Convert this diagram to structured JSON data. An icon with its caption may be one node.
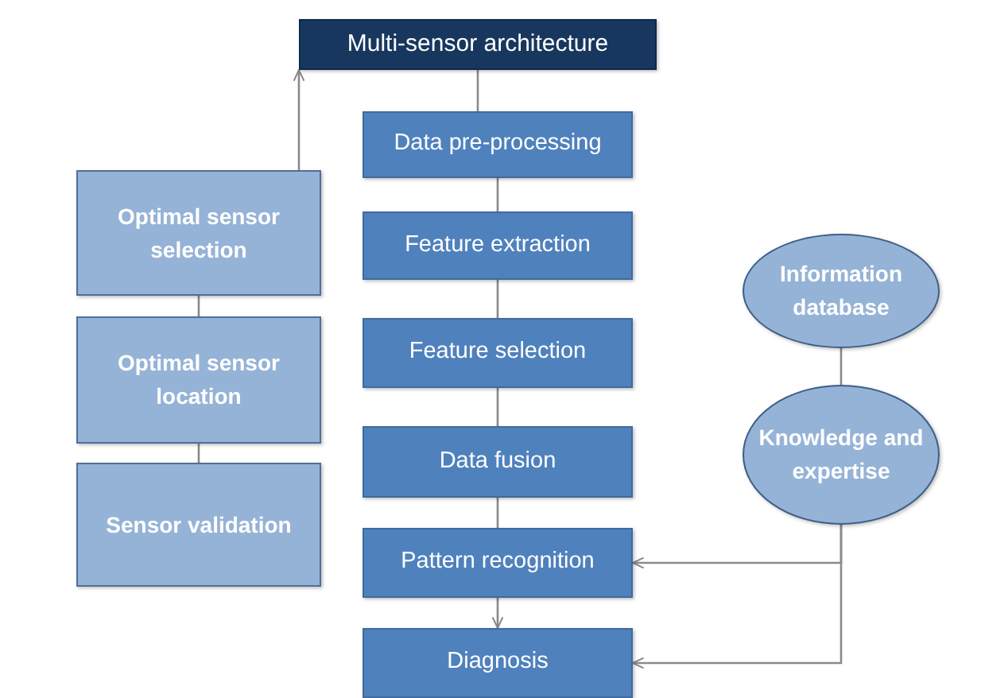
{
  "diagram": {
    "nodes": [
      {
        "text": [
          "Multi-sensor architecture"
        ]
      },
      {
        "text": [
          "Optimal sensor selection"
        ]
      },
      {
        "text": [
          "Optimal sensor location"
        ]
      },
      {
        "text": [
          "Sensor validation"
        ]
      },
      {
        "text": [
          "Data pre-processing"
        ]
      },
      {
        "text": [
          "Feature extraction"
        ]
      },
      {
        "text": [
          "Feature selection"
        ]
      },
      {
        "text": [
          "Data fusion"
        ]
      },
      {
        "text": [
          "Pattern recognition"
        ]
      },
      {
        "text": [
          "Diagnosis"
        ]
      },
      {
        "text": [
          "Information database"
        ]
      },
      {
        "text": [
          "Knowledge and expertise"
        ]
      }
    ],
    "edges": [
      {
        "from": 1,
        "to": 0,
        "arrow": "to"
      },
      {
        "from": 1,
        "to": 2,
        "arrow": "none"
      },
      {
        "from": 2,
        "to": 3,
        "arrow": "none"
      },
      {
        "from": 0,
        "to": 4,
        "arrow": "none"
      },
      {
        "from": 4,
        "to": 5,
        "arrow": "none"
      },
      {
        "from": 5,
        "to": 6,
        "arrow": "none"
      },
      {
        "from": 6,
        "to": 7,
        "arrow": "none"
      },
      {
        "from": 7,
        "to": 8,
        "arrow": "none"
      },
      {
        "from": 8,
        "to": 9,
        "arrow": "to"
      },
      {
        "from": 10,
        "to": 11,
        "arrow": "none"
      },
      {
        "from": 11,
        "to": 8,
        "arrow": "to"
      },
      {
        "from": 11,
        "to": 9,
        "arrow": "to"
      }
    ]
  }
}
